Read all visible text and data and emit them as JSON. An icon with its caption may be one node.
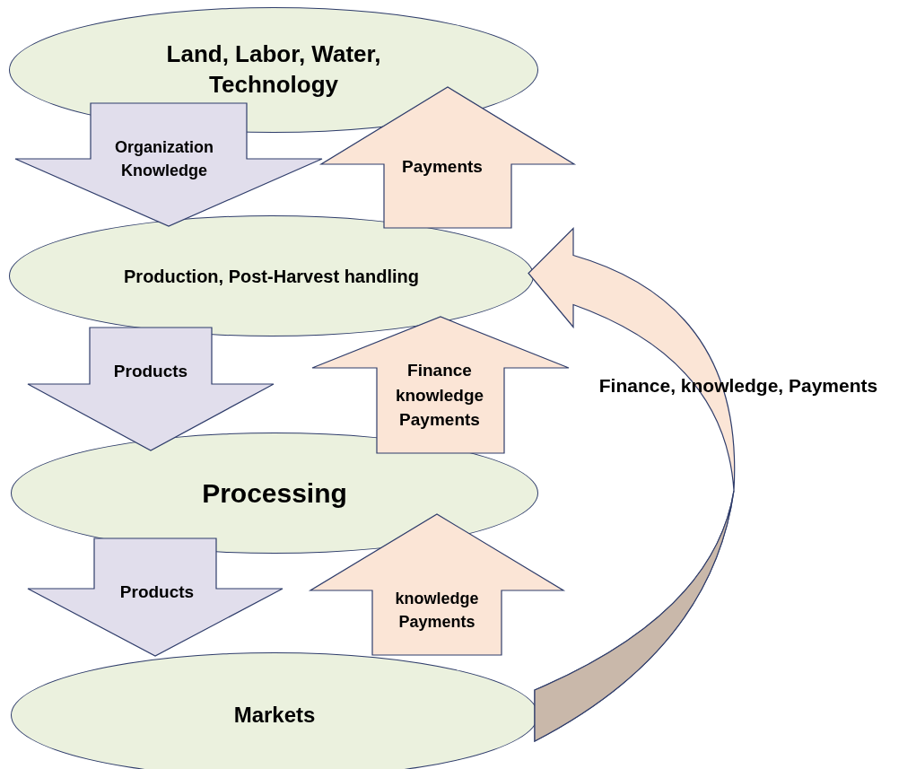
{
  "diagram": {
    "nodes": [
      {
        "text": [
          "Land, Labor, Water, Technology"
        ]
      },
      {
        "text": [
          "Production, Post-Harvest handling"
        ]
      },
      {
        "text": [
          "Processing"
        ]
      },
      {
        "text": [
          "Markets"
        ]
      }
    ],
    "edges": [
      {
        "from": 0,
        "to": 1,
        "arrow": "to",
        "label": "Organization Knowledge",
        "color": "#e1deec"
      },
      {
        "from": 1,
        "to": 0,
        "arrow": "to",
        "label": "Payments"
      },
      {
        "from": 1,
        "to": 2,
        "arrow": "to",
        "label": "Products",
        "color": "#e1deec"
      },
      {
        "from": 2,
        "to": 1,
        "arrow": "to",
        "label": "Finance knowledge Payments"
      },
      {
        "from": 2,
        "to": 3,
        "arrow": "to",
        "label": "Products",
        "color": "#e1deec"
      },
      {
        "from": 3,
        "to": 2,
        "arrow": "to",
        "label": "knowledge Payments"
      },
      {
        "from": 3,
        "to": 1,
        "arrow": "to",
        "label": "Finance, knowledge, Payments"
      }
    ]
  }
}
